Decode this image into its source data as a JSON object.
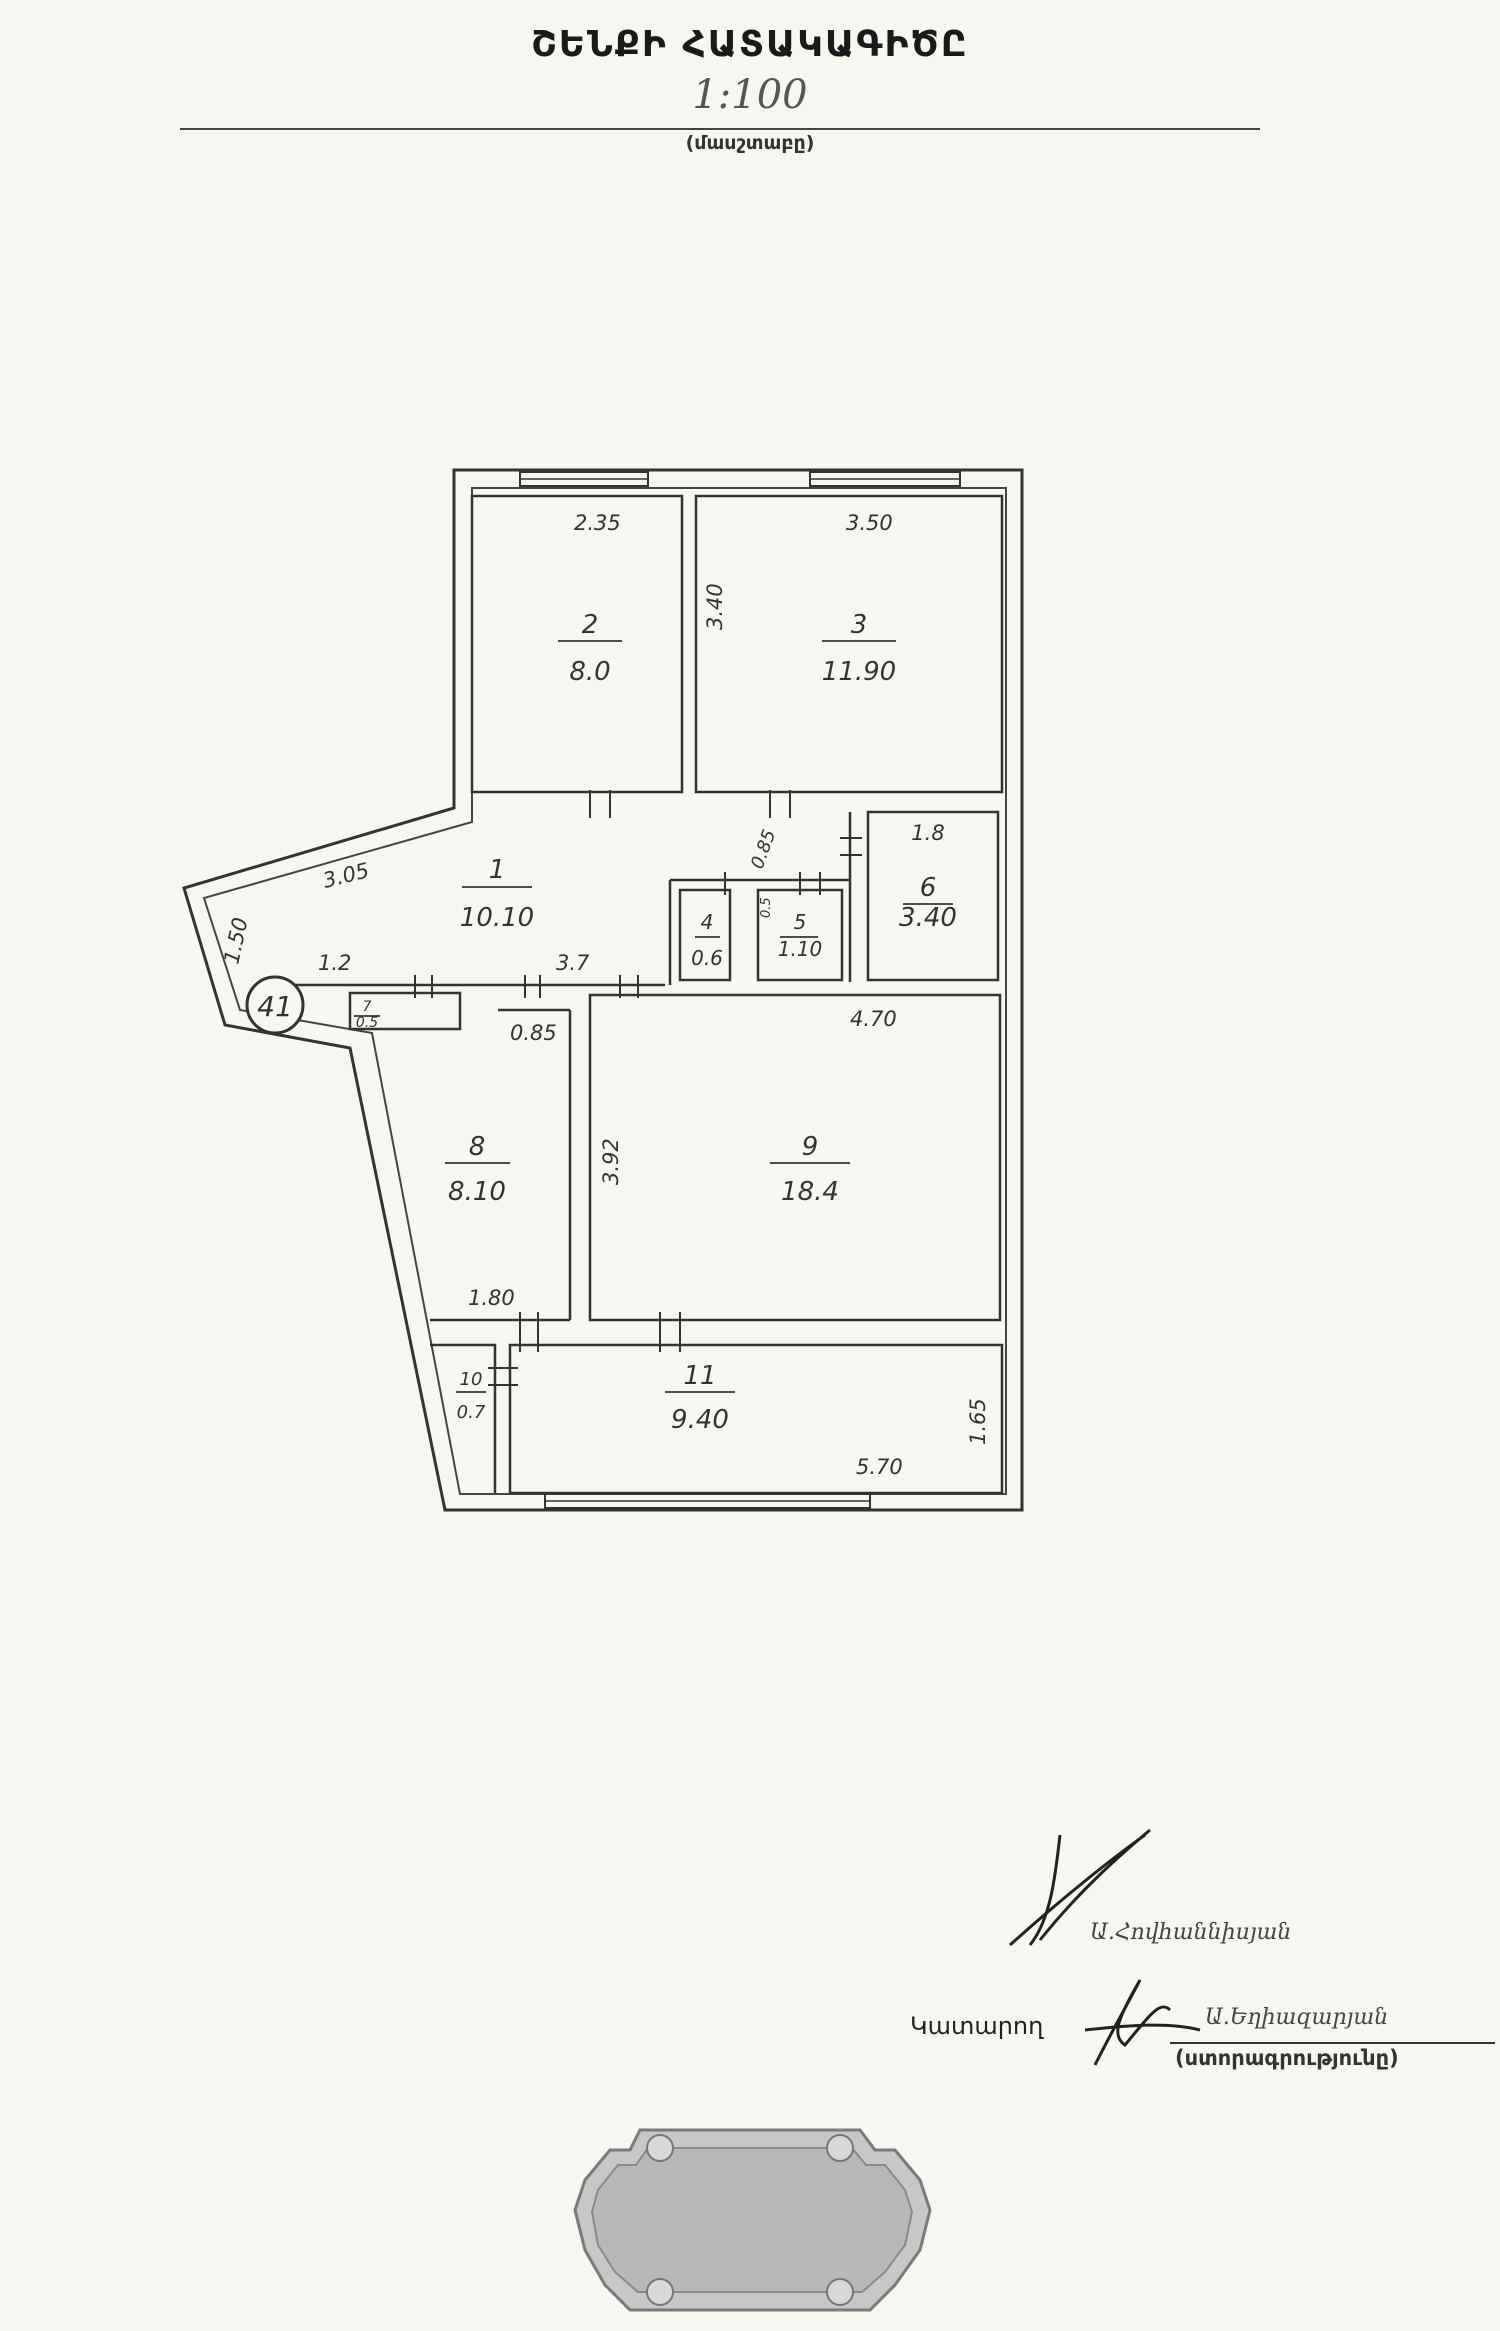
{
  "header": {
    "title": "ՇԵՆՔԻ ՀԱՏԱԿԱԳԻԾԸ",
    "scale": "1:100",
    "scale_caption": "(մասշտաբը)"
  },
  "plan": {
    "marker": "41",
    "rooms": [
      {
        "no": "1",
        "area": "10.10"
      },
      {
        "no": "2",
        "area": "8.0"
      },
      {
        "no": "3",
        "area": "11.90"
      },
      {
        "no": "4",
        "area": "0.6"
      },
      {
        "no": "5",
        "area": "1.10"
      },
      {
        "no": "6",
        "area": "3.40"
      },
      {
        "no": "7",
        "area": "0.5"
      },
      {
        "no": "8",
        "area": "8.10"
      },
      {
        "no": "9",
        "area": "18.4"
      },
      {
        "no": "10",
        "area": "0.7"
      },
      {
        "no": "11",
        "area": "9.40"
      }
    ],
    "dimensions": [
      "2.35",
      "3.50",
      "3.40",
      "1.8",
      "0.85",
      "3.05",
      "1.50",
      "1.2",
      "3.7",
      "0.85",
      "4.70",
      "3.92",
      "1.80",
      "1.65",
      "5.70",
      "0.5"
    ]
  },
  "signatures": {
    "signer_1_name": "Ա.Հովհաննիսյան",
    "executor_label": "Կատարող",
    "signer_2_name": "Ա.Եղիազարյան",
    "executor_caption": "(ստորագրությունը)"
  },
  "colors": {
    "paper": "#f7f6f1",
    "ink": "#333333",
    "stamp": "#b8b8b8"
  }
}
